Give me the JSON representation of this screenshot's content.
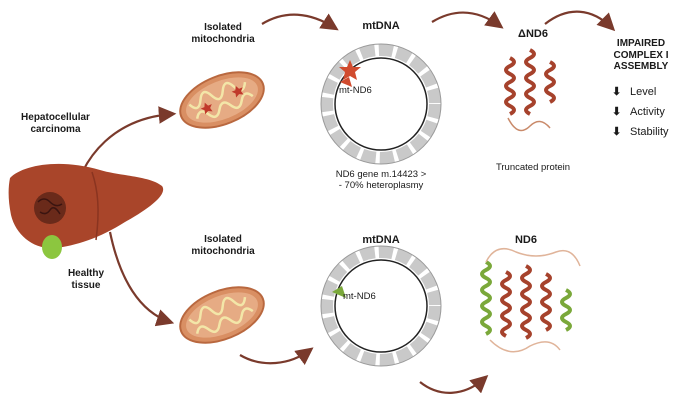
{
  "labels": {
    "hcc": [
      "Hepatocellular",
      "carcinoma"
    ],
    "healthy": [
      "Healthy",
      "tissue"
    ],
    "isolated_top": [
      "Isolated",
      "mitochondria"
    ],
    "isolated_bottom": [
      "Isolated",
      "mitochondria"
    ],
    "mtdna_top": "mtDNA",
    "mtdna_bottom": "mtDNA",
    "mt_nd6_top": "mt-ND6",
    "mt_nd6_bottom": "mt-ND6",
    "variant_note": [
      "ND6 gene m.14423 >",
      "- 70% heteroplasmy"
    ],
    "delta_nd6": "ΔND6",
    "truncated": "Truncated protein",
    "nd6": "ND6",
    "impaired": [
      "IMPAIRED",
      "COMPLEX I",
      "ASSEMBLY"
    ],
    "effects": [
      "Level",
      "Activity",
      "Stability"
    ]
  },
  "colors": {
    "arrow": "#7a3a2c",
    "liver": "#a9452a",
    "liver_dark": "#8a3420",
    "gallbladder": "#8cc63f",
    "mito_fill": "#e0a27a",
    "mito_cristae": "#f3e6a8",
    "plasmid_gray": "#c9c9c9",
    "mutation": "#d14b2e",
    "helix": "#a6422c",
    "helix_green": "#7aa83a"
  },
  "icons": [
    "down-arrow-icon",
    "star-mutation-icon",
    "liver-icon",
    "mitochondria-icon",
    "plasmid-icon",
    "protein-helix-icon"
  ]
}
